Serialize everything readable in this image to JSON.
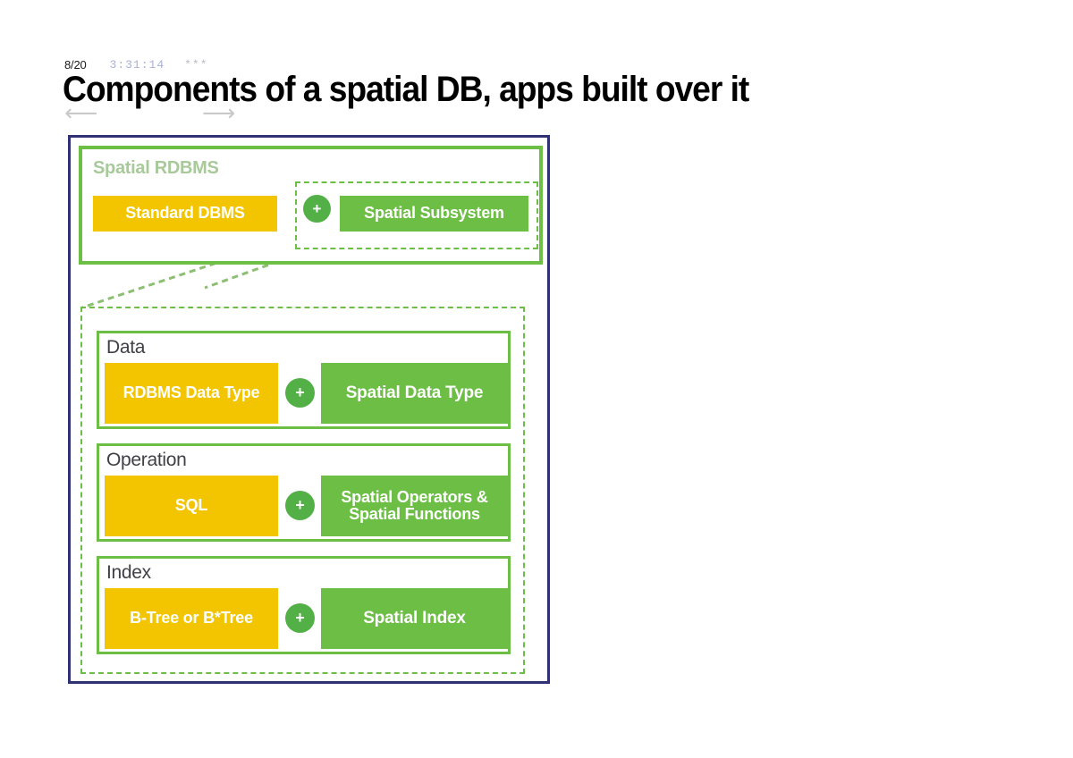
{
  "slide": {
    "page_indicator": "8/20",
    "timer": "3:31:14",
    "stars": "***",
    "title": "Components of a spatial DB, apps built over it",
    "prev_arrow": "⟵",
    "next_arrow": "⟶"
  },
  "colors": {
    "frame_navy": "#2f3173",
    "green": "#6cbe45",
    "yellow": "#f2c500",
    "plus_green": "#52b047",
    "label_muted_green": "#a8c99a",
    "label_dark": "#3f3f46",
    "timer_blue": "#a9b0d4"
  },
  "diagram": {
    "top_block": {
      "label": "Spatial RDBMS",
      "standard": "Standard DBMS",
      "plus": "+",
      "spatial": "Spatial Subsystem"
    },
    "detail_blocks": [
      {
        "label": "Data",
        "left": "RDBMS Data Type",
        "plus": "+",
        "right": "Spatial Data Type"
      },
      {
        "label": "Operation",
        "left": "SQL",
        "plus": "+",
        "right": "Spatial Operators &\nSpatial Functions"
      },
      {
        "label": "Index",
        "left": "B-Tree or B*Tree",
        "plus": "+",
        "right": "Spatial Index"
      }
    ]
  }
}
